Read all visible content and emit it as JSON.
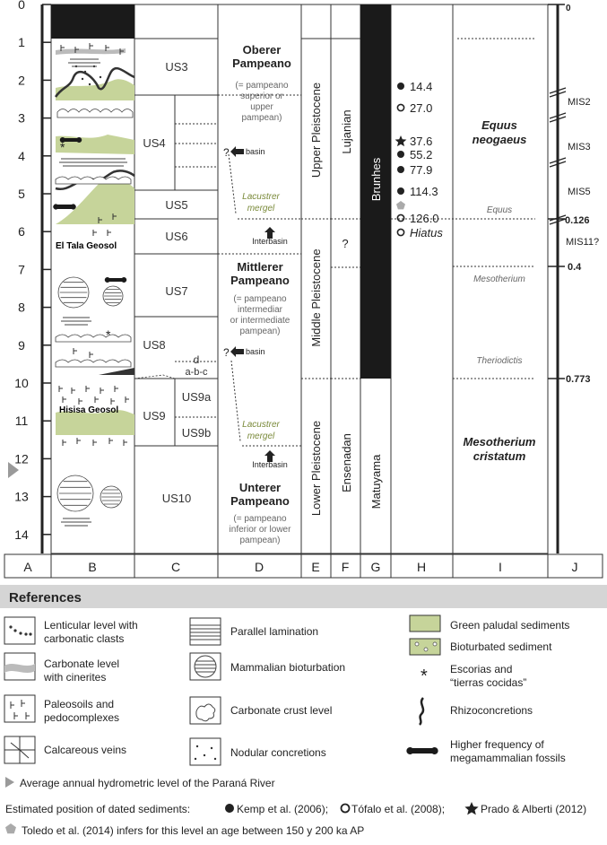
{
  "depth_ticks": [
    "0",
    "1",
    "2",
    "3",
    "4",
    "5",
    "6",
    "7",
    "8",
    "9",
    "10",
    "11",
    "12",
    "13",
    "14"
  ],
  "columns": [
    "A",
    "B",
    "C",
    "D",
    "E",
    "F",
    "G",
    "H",
    "I",
    "J"
  ],
  "col_b": {
    "el_tala": "El Tala Geosol",
    "hisisa": "Hisisa Geosol"
  },
  "col_c": {
    "us3": "US3",
    "us4": "US4",
    "us5": "US5",
    "us6": "US6",
    "us7": "US7",
    "us8": "US8",
    "us8_d": "d",
    "us8_abc": "a-b-c",
    "us9": "US9",
    "us9a": "US9a",
    "us9b": "US9b",
    "us10": "US10"
  },
  "col_d": {
    "oberer_1": "Oberer",
    "oberer_2": "Pampeano",
    "oberer_n1": "(= pampeano",
    "oberer_n2": "superior or",
    "oberer_n3": "upper",
    "oberer_n4": "pampean)",
    "basin_q": "?",
    "basin": "basin",
    "lac1_1": "Lacustrer",
    "lac1_2": "mergel",
    "interbasin": "Interbasin",
    "mitt_1": "Mittlerer",
    "mitt_2": "Pampeano",
    "mitt_n1": "(= pampeano",
    "mitt_n2": "intermediar",
    "mitt_n3": "or intermediate",
    "mitt_n4": "pampean)",
    "lac2_1": "Lacustrer",
    "lac2_2": "mergel",
    "unt_1": "Unterer",
    "unt_2": "Pampeano",
    "unt_n1": "(= pampeano",
    "unt_n2": "inferior or lower",
    "unt_n3": "pampean)"
  },
  "col_e": {
    "upper": "Upper Pleistocene",
    "middle": "Middle Pleistocene",
    "lower": "Lower Pleistocene"
  },
  "col_f": {
    "lujanian": "Lujanian",
    "q": "?",
    "ensenadan": "Ensenadan"
  },
  "col_g": {
    "brunhes": "Brunhes",
    "matuyama": "Matuyama"
  },
  "col_h": {
    "d1": "14.4",
    "d2": "27.0",
    "d3": "37.6",
    "d4": "55.2",
    "d5": "77.9",
    "d6": "114.3",
    "d7": "126.0",
    "hiatus": "Hiatus"
  },
  "col_i": {
    "equus_neo_1": "Equus",
    "equus_neo_2": "neogaeus",
    "equus": "Equus",
    "mesotherium": "Mesotherium",
    "theriodictis": "Theriodictis",
    "meso_cr_1": "Mesotherium",
    "meso_cr_2": "cristatum"
  },
  "col_j": {
    "z0": "0",
    "mis2": "MIS2",
    "mis3": "MIS3",
    "mis5": "MIS5",
    "v126": "0.126",
    "mis11": "MIS11?",
    "v04": "0.4",
    "v773": "0.773"
  },
  "references": {
    "title": "References",
    "lenticular": [
      "Lenticular level with",
      "carbonatic clasts"
    ],
    "carbonate_cin": [
      "Carbonate level",
      "with cinerites"
    ],
    "paleosoils": [
      "Paleosoils and",
      "pedocomplexes"
    ],
    "calc_veins": "Calcareous veins",
    "parallel": "Parallel lamination",
    "mammal_bio": "Mammalian bioturbation",
    "carb_crust": "Carbonate crust level",
    "nodular": "Nodular concretions",
    "green": "Green paludal sediments",
    "bioturbated": "Bioturbated sediment",
    "escorias": [
      "Escorias and",
      "“tierras cocidas”"
    ],
    "rhizo": "Rhizoconcretions",
    "megafossils": [
      "Higher frequency of",
      "megamammalian fossils"
    ],
    "parana": "Average annual hydrometric level of the Paraná River",
    "estimated": "Estimated position of dated sediments:",
    "kemp": "Kemp et al. (2006);",
    "tofalo": "Tófalo et al. (2008);",
    "prado": "Prado & Alberti (2012)",
    "toledo": "Toledo et al. (2014) infers for this level an age between 150 y 200 ka AP"
  },
  "colors": {
    "green": "#c6d49a",
    "olive_text": "#7a8a3a",
    "gray_band": "#d5d5d5",
    "black": "#1a1a1a"
  }
}
